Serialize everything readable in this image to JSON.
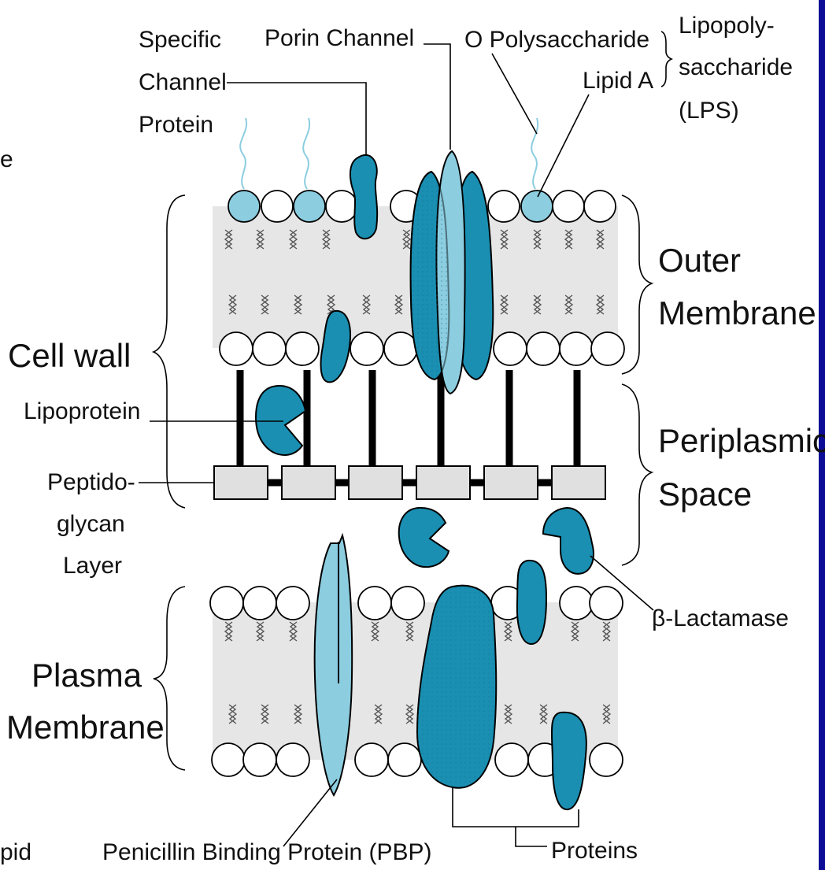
{
  "labels": {
    "specific_channel_protein": [
      "Specific",
      "Channel",
      "Protein"
    ],
    "porin_channel": "Porin Channel",
    "o_polysaccharide": "O Polysaccharide",
    "lipid_a": "Lipid A",
    "lipopolysaccharide": [
      "Lipopoly-",
      "saccharide",
      "(LPS)"
    ],
    "outer_membrane": [
      "Outer",
      "Membrane"
    ],
    "cell_wall": "Cell wall",
    "lipoprotein": "Lipoprotein",
    "periplasmic_space": [
      "Periplasmic",
      "Space"
    ],
    "peptidoglycan_layer": [
      "Peptido-",
      "glycan",
      "Layer"
    ],
    "beta_lactamase": "β-Lactamase",
    "plasma_membrane": [
      "Plasma",
      "Membrane"
    ],
    "penicillin_binding_protein": "Penicillin Binding Protein (PBP)",
    "proteins": "Proteins",
    "edge_fragment_top": "e",
    "edge_fragment_bottom": "pid"
  },
  "colors": {
    "protein_dark": "#1a8fb2",
    "protein_light": "#8ccde0",
    "membrane_fill": "#e6e6e6",
    "frame_blue": "#0c0c96"
  }
}
